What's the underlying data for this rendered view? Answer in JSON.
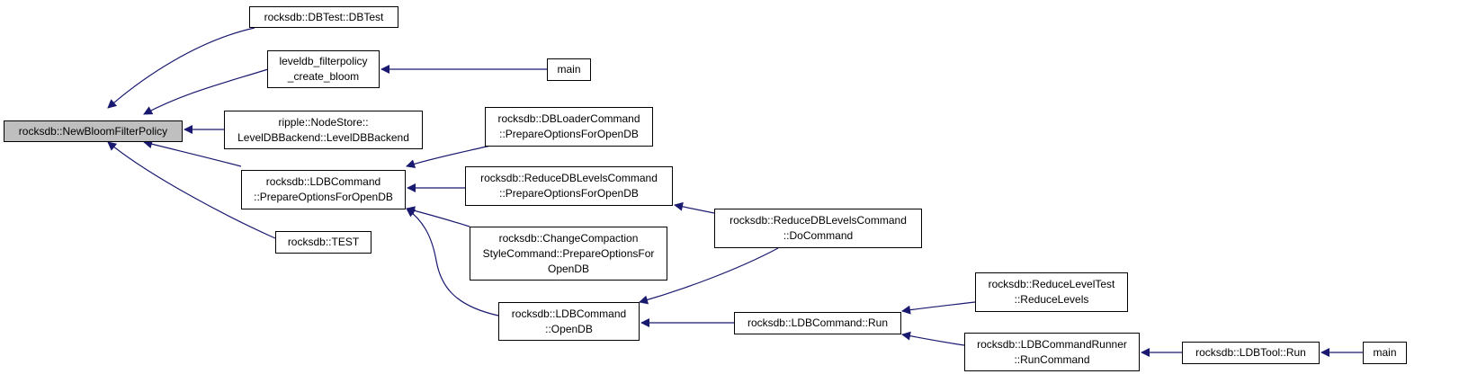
{
  "graph": {
    "edge_color": "#191970",
    "root_fill": "#bfbfbf",
    "nodes": {
      "root": {
        "lines": [
          "rocksdb::NewBloomFilterPolicy"
        ]
      },
      "dbtest": {
        "lines": [
          "rocksdb::DBTest::DBTest"
        ]
      },
      "leveldb": {
        "lines": [
          "leveldb_filterpolicy",
          "_create_bloom"
        ]
      },
      "main1": {
        "lines": [
          "main"
        ]
      },
      "ripple": {
        "lines": [
          "ripple::NodeStore::",
          "LevelDBBackend::LevelDBBackend"
        ]
      },
      "ldbprep": {
        "lines": [
          "rocksdb::LDBCommand",
          "::PrepareOptionsForOpenDB"
        ]
      },
      "test": {
        "lines": [
          "rocksdb::TEST"
        ]
      },
      "dbloader": {
        "lines": [
          "rocksdb::DBLoaderCommand",
          "::PrepareOptionsForOpenDB"
        ]
      },
      "reduceprep": {
        "lines": [
          "rocksdb::ReduceDBLevelsCommand",
          "::PrepareOptionsForOpenDB"
        ]
      },
      "reducedo": {
        "lines": [
          "rocksdb::ReduceDBLevelsCommand",
          "::DoCommand"
        ]
      },
      "changecomp": {
        "lines": [
          "rocksdb::ChangeCompaction",
          "StyleCommand::PrepareOptionsFor",
          "OpenDB"
        ]
      },
      "opendb": {
        "lines": [
          "rocksdb::LDBCommand",
          "::OpenDB"
        ]
      },
      "run": {
        "lines": [
          "rocksdb::LDBCommand::Run"
        ]
      },
      "reducelevels": {
        "lines": [
          "rocksdb::ReduceLevelTest",
          "::ReduceLevels"
        ]
      },
      "runner": {
        "lines": [
          "rocksdb::LDBCommandRunner",
          "::RunCommand"
        ]
      },
      "ldbtool": {
        "lines": [
          "rocksdb::LDBTool::Run"
        ]
      },
      "main2": {
        "lines": [
          "main"
        ]
      }
    }
  }
}
